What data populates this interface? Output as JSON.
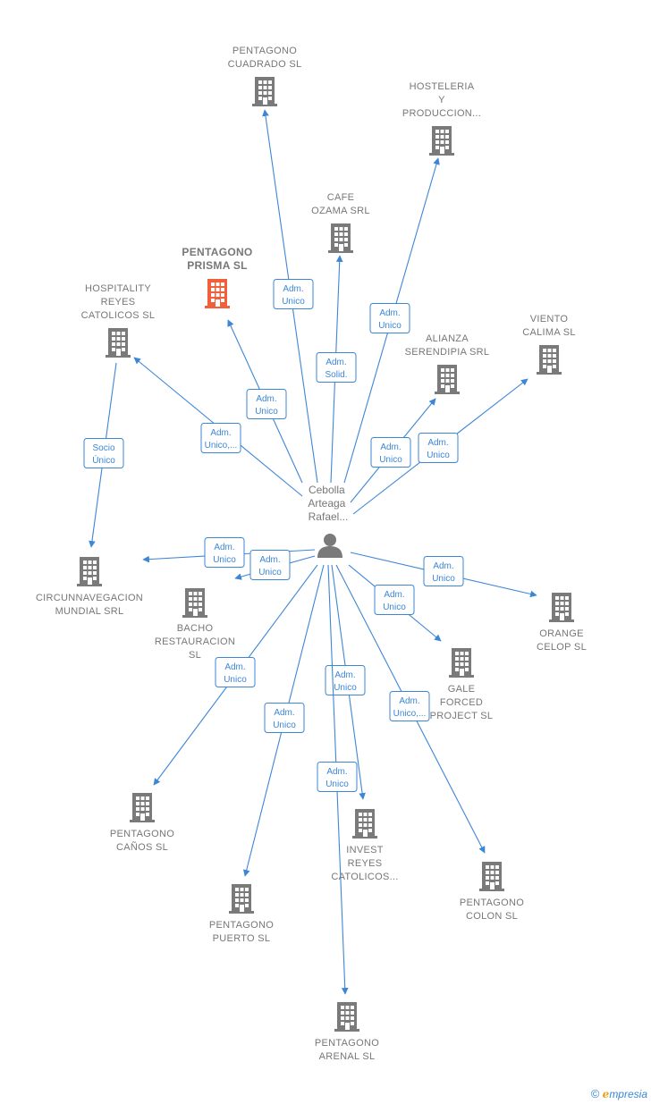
{
  "center": {
    "label_lines": [
      "Cebolla",
      "Arteaga",
      "Rafael..."
    ]
  },
  "brand": {
    "copyright": "©",
    "e": "e",
    "rest": "mpresia"
  },
  "colors": {
    "edge": "#3d86d6",
    "building": "#7a7a7a",
    "highlight": "#f0603a"
  },
  "companies": [
    {
      "id": "pentagono-cuadrado",
      "lines": [
        "PENTAGONO",
        "CUADRADO SL"
      ]
    },
    {
      "id": "hosteleria",
      "lines": [
        "HOSTELERIA",
        "Y",
        "PRODUCCION..."
      ]
    },
    {
      "id": "cafe-ozama",
      "lines": [
        "CAFE",
        "OZAMA SRL"
      ]
    },
    {
      "id": "pentagono-prisma",
      "lines": [
        "PENTAGONO",
        "PRISMA SL"
      ],
      "highlight": true
    },
    {
      "id": "hospitality",
      "lines": [
        "HOSPITALITY",
        "REYES",
        "CATOLICOS SL"
      ]
    },
    {
      "id": "viento-calima",
      "lines": [
        "VIENTO",
        "CALIMA SL"
      ]
    },
    {
      "id": "alianza",
      "lines": [
        "ALIANZA",
        "SERENDIPIA SRL"
      ]
    },
    {
      "id": "circunnavegacion",
      "lines": [
        "CIRCUNNAVEGACION",
        "MUNDIAL SRL"
      ]
    },
    {
      "id": "bacho",
      "lines": [
        "BACHO",
        "RESTAURACION",
        "SL"
      ]
    },
    {
      "id": "orange",
      "lines": [
        "ORANGE",
        "CELOP SL"
      ]
    },
    {
      "id": "gale",
      "lines": [
        "GALE",
        "FORCED",
        "PROJECT SL"
      ]
    },
    {
      "id": "pentagono-canos",
      "lines": [
        "PENTAGONO",
        "CAÑOS SL"
      ]
    },
    {
      "id": "invest",
      "lines": [
        "INVEST",
        "REYES",
        "CATOLICOS..."
      ]
    },
    {
      "id": "pentagono-colon",
      "lines": [
        "PENTAGONO",
        "COLON SL"
      ]
    },
    {
      "id": "pentagono-puerto",
      "lines": [
        "PENTAGONO",
        "PUERTO SL"
      ]
    },
    {
      "id": "pentagono-arenal",
      "lines": [
        "PENTAGONO",
        "ARENAL SL"
      ]
    }
  ],
  "edges": [
    {
      "to": "pentagono-cuadrado",
      "label": [
        "Adm.",
        "Unico"
      ]
    },
    {
      "to": "hosteleria",
      "label": [
        "Adm.",
        "Unico"
      ]
    },
    {
      "to": "cafe-ozama",
      "label": [
        "Adm.",
        "Solid."
      ]
    },
    {
      "to": "pentagono-prisma",
      "label": [
        "Adm.",
        "Unico"
      ]
    },
    {
      "to": "hospitality",
      "label": [
        "Adm.",
        "Unico,..."
      ]
    },
    {
      "to": "alianza",
      "label": [
        "Adm.",
        "Unico"
      ]
    },
    {
      "to": "viento-calima",
      "label": [
        "Adm.",
        "Unico"
      ]
    },
    {
      "to": "circunnavegacion",
      "label": [
        "Adm.",
        "Unico"
      ]
    },
    {
      "to": "bacho",
      "label": [
        "Adm.",
        "Unico"
      ]
    },
    {
      "to": "orange",
      "label": [
        "Adm.",
        "Unico"
      ]
    },
    {
      "to": "gale",
      "label": [
        "Adm.",
        "Unico"
      ]
    },
    {
      "to": "pentagono-canos",
      "label": [
        "Adm.",
        "Unico"
      ]
    },
    {
      "to": "pentagono-puerto",
      "label": [
        "Adm.",
        "Unico"
      ]
    },
    {
      "to": "invest",
      "label": [
        "Adm.",
        "Unico"
      ]
    },
    {
      "to": "pentagono-arenal",
      "label": [
        "Adm.",
        "Unico"
      ]
    },
    {
      "to": "pentagono-colon",
      "label": [
        "Adm.",
        "Unico,..."
      ]
    },
    {
      "from": "hospitality",
      "to": "circunnavegacion",
      "label": [
        "Socio",
        "Único"
      ]
    }
  ]
}
